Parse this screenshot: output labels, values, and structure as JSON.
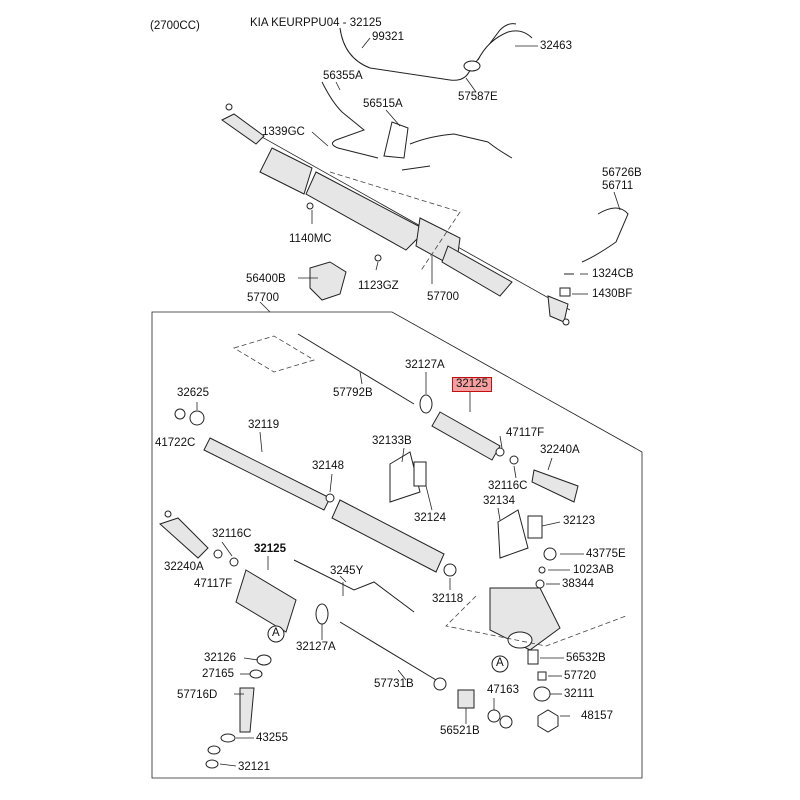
{
  "header": {
    "engine": "(2700CC)",
    "title": "KIA KEURPPU04 - 32125"
  },
  "labels": {
    "p99321": "99321",
    "p32463": "32463",
    "p56355A": "56355A",
    "p57587E": "57587E",
    "p56515A": "56515A",
    "p1339GC": "1339GC",
    "p56726B": "56726B",
    "p56711": "56711",
    "p1140MC": "1140MC",
    "p56400B": "56400B",
    "p1123GZ": "1123GZ",
    "p57700a": "57700",
    "p57700b": "57700",
    "p1324CB": "1324CB",
    "p1430BF": "1430BF",
    "p32127A_top": "32127A",
    "p57792B": "57792B",
    "p32125_hl": "32125",
    "p32625": "32625",
    "p41722C": "41722C",
    "p32119": "32119",
    "p47117F_top": "47117F",
    "p32133B": "32133B",
    "p32240A_top": "32240A",
    "p32148": "32148",
    "p32116C_top": "32116C",
    "p32134": "32134",
    "p32124": "32124",
    "p32123": "32123",
    "p32116C_left": "32116C",
    "p32125_left": "32125",
    "p43775E": "43775E",
    "p32240A_left": "32240A",
    "p3245Y": "3245Y",
    "p1023AB": "1023AB",
    "p47117F_left": "47117F",
    "p38344": "38344",
    "p32118": "32118",
    "pA_left": "A",
    "p32126": "32126",
    "p32127A_bot": "32127A",
    "p56532B": "56532B",
    "pA_right": "A",
    "p27165": "27165",
    "p57720": "57720",
    "p57731B": "57731B",
    "p47163": "47163",
    "p32111": "32111",
    "p57716D": "57716D",
    "p48157": "48157",
    "p56521B": "56521B",
    "p43255": "43255",
    "p32121": "32121"
  },
  "colors": {
    "highlight_fill": "#f4a0a0",
    "highlight_border": "#c21010",
    "line": "#222222"
  }
}
